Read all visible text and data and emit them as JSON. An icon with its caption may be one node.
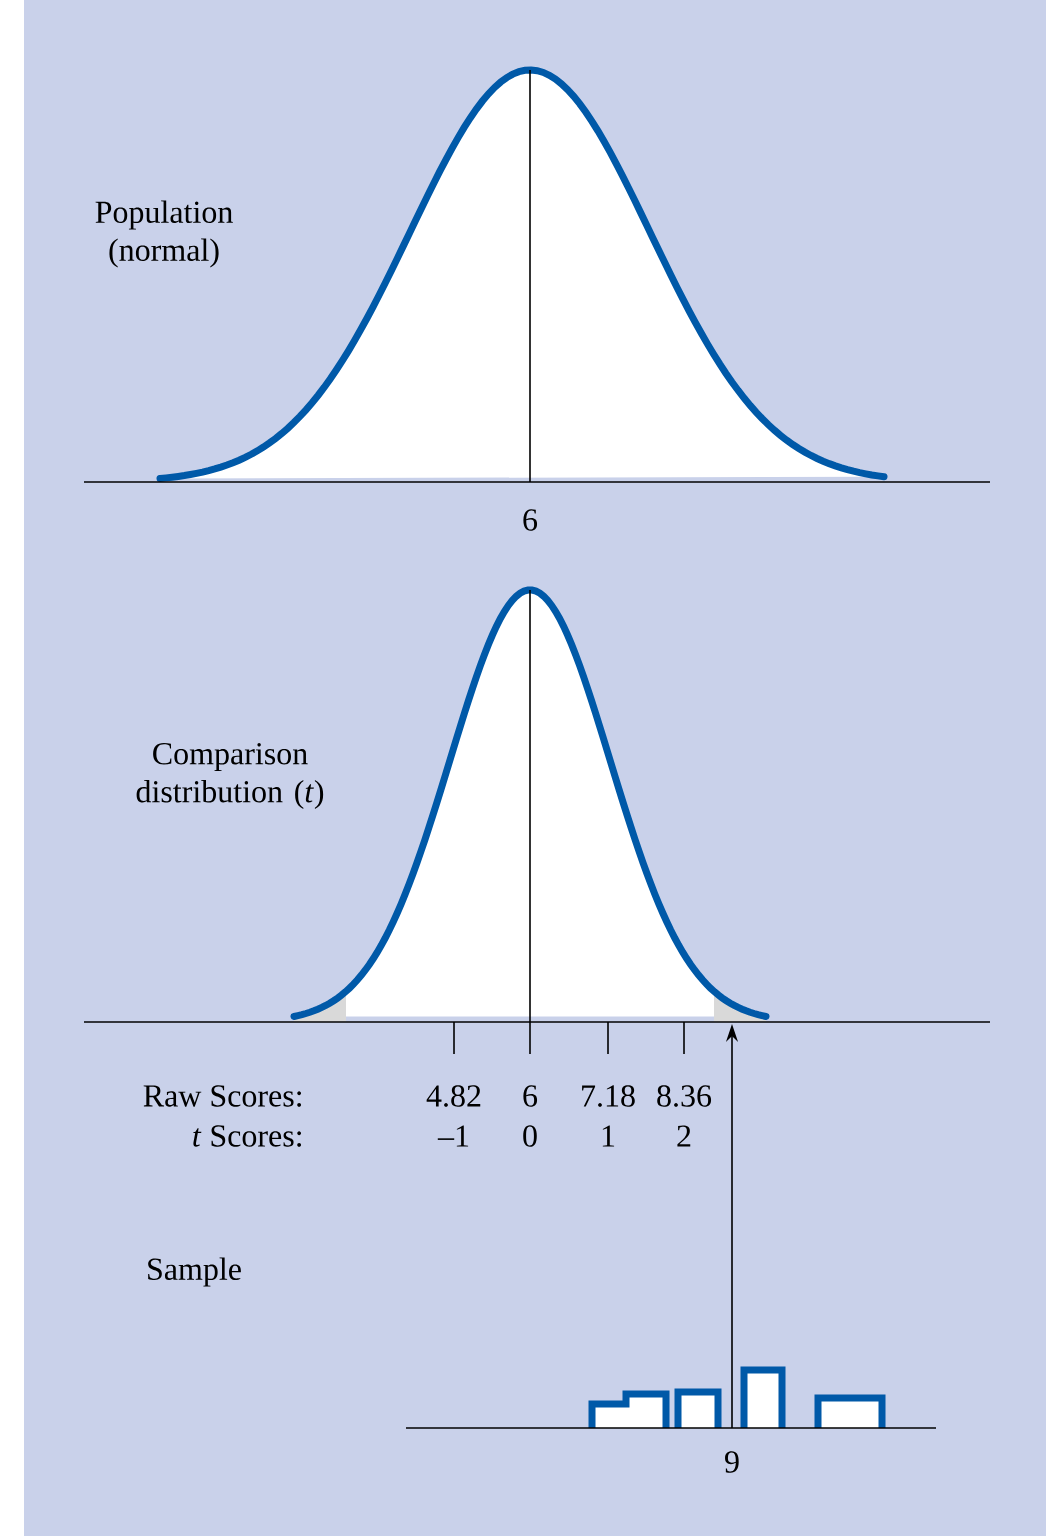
{
  "diagram": {
    "labels": [
      "Population (normal)",
      "6",
      "Comparison distribution (*t*)",
      "Raw Scores:",
      "4.82",
      "6",
      "7.18",
      "8.36",
      "*t* Scores:",
      "–1",
      "0",
      "1",
      "2",
      "Sample",
      "9"
    ]
  }
}
